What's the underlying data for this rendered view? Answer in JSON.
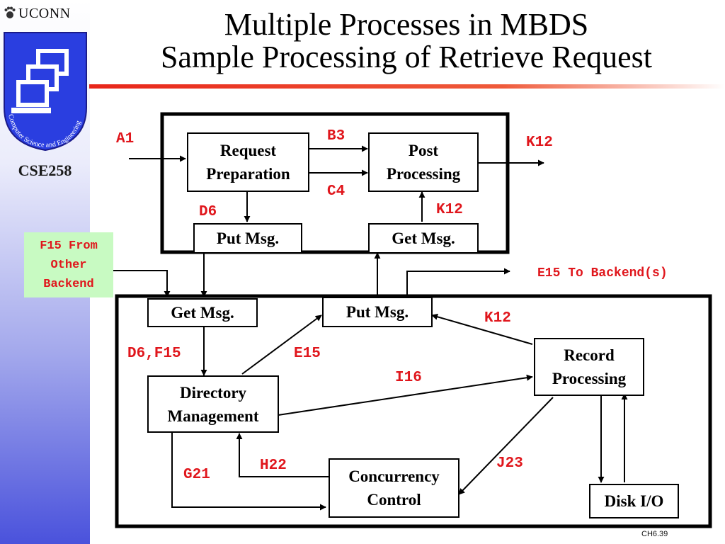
{
  "sidebar": {
    "brand": "UCONN",
    "logo_text": "Computer Science and Engineering",
    "course": "CSE258"
  },
  "title": {
    "line1": "Multiple Processes in MBDS",
    "line2": "Sample Processing of Retrieve Request"
  },
  "boxes": {
    "request_preparation": [
      "Request",
      "Preparation"
    ],
    "post_processing": [
      "Post",
      "Processing"
    ],
    "put_msg_top": "Put Msg.",
    "get_msg_top": "Get Msg.",
    "get_msg_bottom": "Get Msg.",
    "put_msg_bottom": "Put Msg.",
    "directory_management": [
      "Directory",
      "Management"
    ],
    "record_processing": [
      "Record",
      "Processing"
    ],
    "concurrency_control": [
      "Concurrency",
      "Control"
    ],
    "disk_io": "Disk I/O"
  },
  "codes": {
    "a1": "A1",
    "b3": "B3",
    "c4": "C4",
    "d6": "D6",
    "k12_out": "K12",
    "k12_get": "K12",
    "e15_to": "E15 To Backend(s)",
    "k12_record": "K12",
    "d6_f15": "D6,F15",
    "e15": "E15",
    "i16": "I16",
    "g21": "G21",
    "h22": "H22",
    "j23": "J23"
  },
  "f15_note": [
    "F15 From",
    "Other",
    "Backend"
  ],
  "page_number": "CH6.39",
  "colors": {
    "code_red": "#e0161c",
    "note_green": "#c8fac2",
    "sidebar_blue": "#4a52dc",
    "rule_red": "#e8261a"
  }
}
